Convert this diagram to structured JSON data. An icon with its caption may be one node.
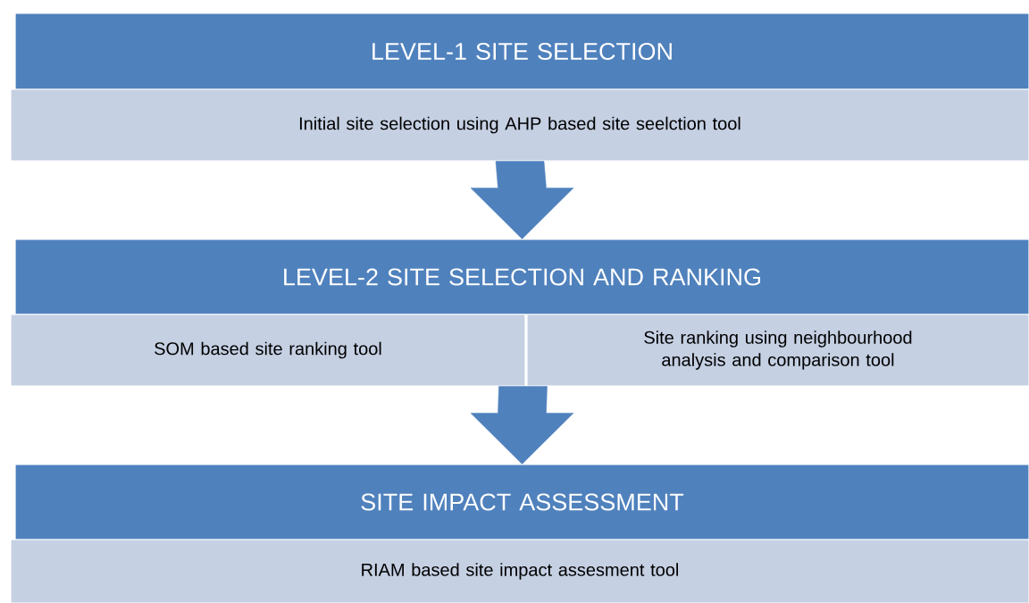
{
  "diagram": {
    "nodes": [
      {
        "text": [
          "LEVEL-1 SITE SELECTION"
        ]
      },
      {
        "text": [
          "Initial site selection using AHP based site seelction tool"
        ]
      },
      {
        "text": [
          "LEVEL-2 SITE SELECTION AND RANKING"
        ]
      },
      {
        "text": [
          "SOM based site ranking tool"
        ]
      },
      {
        "text": [
          "Site ranking using neighbourhood analysis and comparison tool"
        ]
      },
      {
        "text": [
          "SITE IMPACT ASSESSMENT"
        ]
      },
      {
        "text": [
          "RIAM based site impact assesment tool"
        ]
      }
    ],
    "edges": [
      {
        "from": 1,
        "to": 2,
        "arrow": "to"
      },
      {
        "from": 3,
        "to": 5,
        "arrow": "to"
      },
      {
        "from": 4,
        "to": 5,
        "arrow": "to"
      }
    ]
  }
}
